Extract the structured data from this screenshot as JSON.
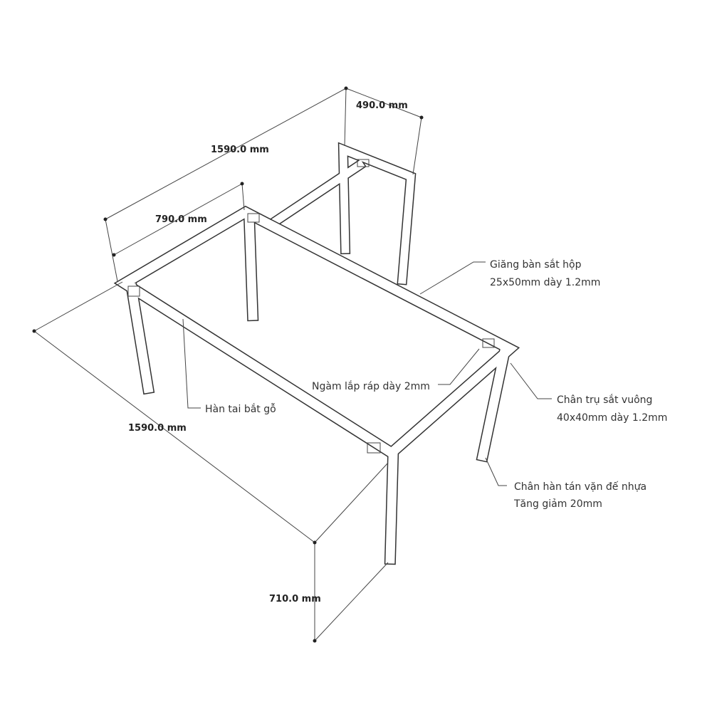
{
  "dimensions": {
    "total_length_top": "1590.0 mm",
    "extension_depth": "490.0 mm",
    "table_depth": "790.0 mm",
    "total_length_left": "1590.0 mm",
    "height": "710.0 mm"
  },
  "notes": {
    "crossbar_line1": "Giăng bàn sắt hộp",
    "crossbar_line2": "25x50mm dày 1.2mm",
    "joint": "Ngàm lắp ráp dày 2mm",
    "leg_line1": "Chân trụ sắt vuông",
    "leg_line2": "40x40mm dày 1.2mm",
    "foot_line1": "Chân hàn tán vặn đế nhựa",
    "foot_line2": "Tăng giảm 20mm",
    "wood_tab": "Hàn tai bắt gỗ"
  }
}
